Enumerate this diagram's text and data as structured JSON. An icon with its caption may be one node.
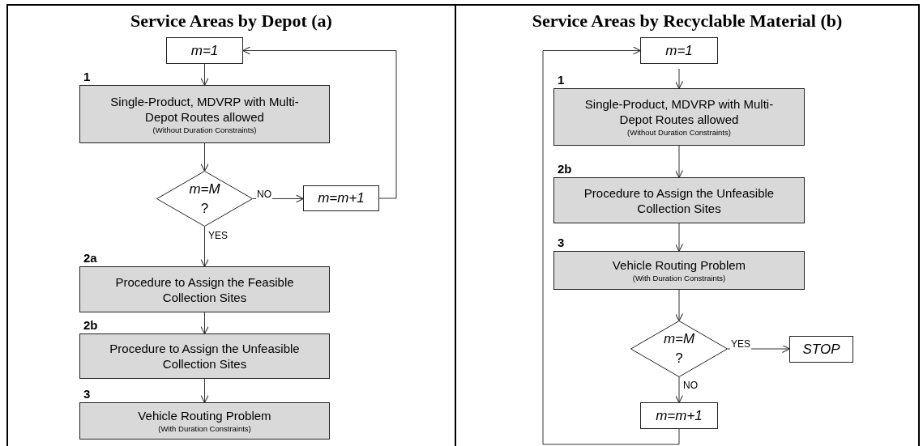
{
  "diagram": {
    "nodes": [
      {
        "text": [
          "Service Areas by Depot (a)"
        ]
      },
      {
        "text": [
          "m=1"
        ],
        "in": 0
      },
      {
        "text": [
          "1",
          "Single-Product, MDVRP with Multi-Depot Routes allowed",
          "(Without Duration Constraints)"
        ],
        "in": 0
      },
      {
        "text": [
          "*m=M* ?"
        ],
        "in": 0
      },
      {
        "text": [
          "m=m+1"
        ],
        "in": 0
      },
      {
        "text": [
          "2a",
          "Procedure to Assign the Feasible Collection Sites"
        ],
        "in": 0
      },
      {
        "text": [
          "2b",
          "Procedure to Assign the Unfeasible Collection Sites"
        ],
        "in": 0
      },
      {
        "text": [
          "3",
          "Vehicle Routing Problem",
          "(With Duration Constraints)"
        ],
        "in": 0
      },
      {
        "text": [
          "Service Areas by Recyclable Material (b)"
        ]
      },
      {
        "text": [
          "m=1"
        ],
        "in": 8
      },
      {
        "text": [
          "1",
          "Single-Product, MDVRP with Multi-Depot Routes allowed",
          "(Without Duration Constraints)"
        ],
        "in": 8
      },
      {
        "text": [
          "2b",
          "Procedure to Assign the Unfeasible Collection Sites"
        ],
        "in": 8
      },
      {
        "text": [
          "3",
          "Vehicle Routing Problem",
          "(With Duration Constraints)"
        ],
        "in": 8
      },
      {
        "text": [
          "*m=M* ?"
        ],
        "in": 8
      },
      {
        "text": [
          "STOP"
        ],
        "in": 8
      },
      {
        "text": [
          "m=m+1"
        ],
        "in": 8
      }
    ],
    "edges": [
      {
        "from": 1,
        "to": 2,
        "arrow": "to"
      },
      {
        "from": 2,
        "to": 3,
        "arrow": "to"
      },
      {
        "from": 3,
        "to": 4,
        "arrow": "to",
        "label": "NO"
      },
      {
        "from": 4,
        "to": 1,
        "arrow": "to"
      },
      {
        "from": 3,
        "to": 5,
        "arrow": "to",
        "label": "YES"
      },
      {
        "from": 5,
        "to": 6,
        "arrow": "to"
      },
      {
        "from": 6,
        "to": 7,
        "arrow": "to"
      },
      {
        "from": 9,
        "to": 10,
        "arrow": "to"
      },
      {
        "from": 10,
        "to": 11,
        "arrow": "to"
      },
      {
        "from": 11,
        "to": 12,
        "arrow": "to"
      },
      {
        "from": 12,
        "to": 13,
        "arrow": "to"
      },
      {
        "from": 13,
        "to": 14,
        "arrow": "to",
        "label": "YES"
      },
      {
        "from": 13,
        "to": 15,
        "arrow": "to",
        "label": "NO"
      },
      {
        "from": 15,
        "to": 9,
        "arrow": "to"
      }
    ]
  }
}
